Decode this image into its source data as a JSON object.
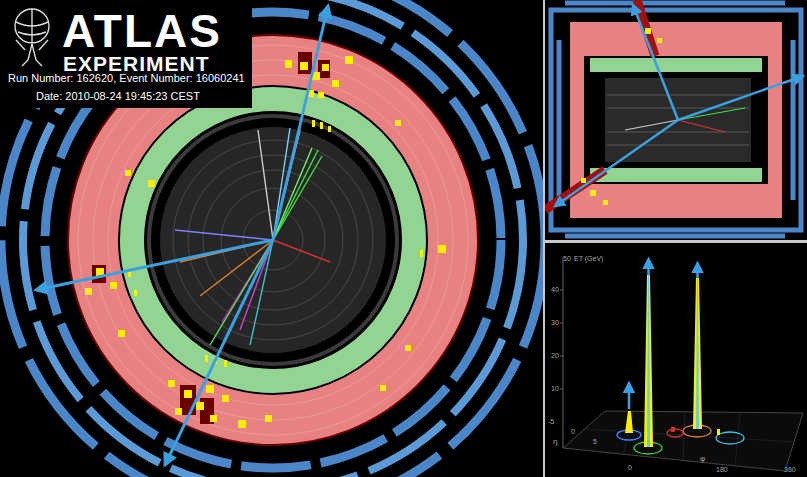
{
  "diagram": {
    "labels": [
      "ATLAS",
      "EXPERIMENT",
      "Run Number: 162620, Event Number: 16060241",
      "Date: 2010-08-24 19:45:23 CEST",
      "50",
      "ET (GeV)",
      "40",
      "30",
      "20",
      "10",
      "-5",
      "0",
      "5",
      "η",
      "φ",
      "0",
      "180",
      "360"
    ]
  }
}
